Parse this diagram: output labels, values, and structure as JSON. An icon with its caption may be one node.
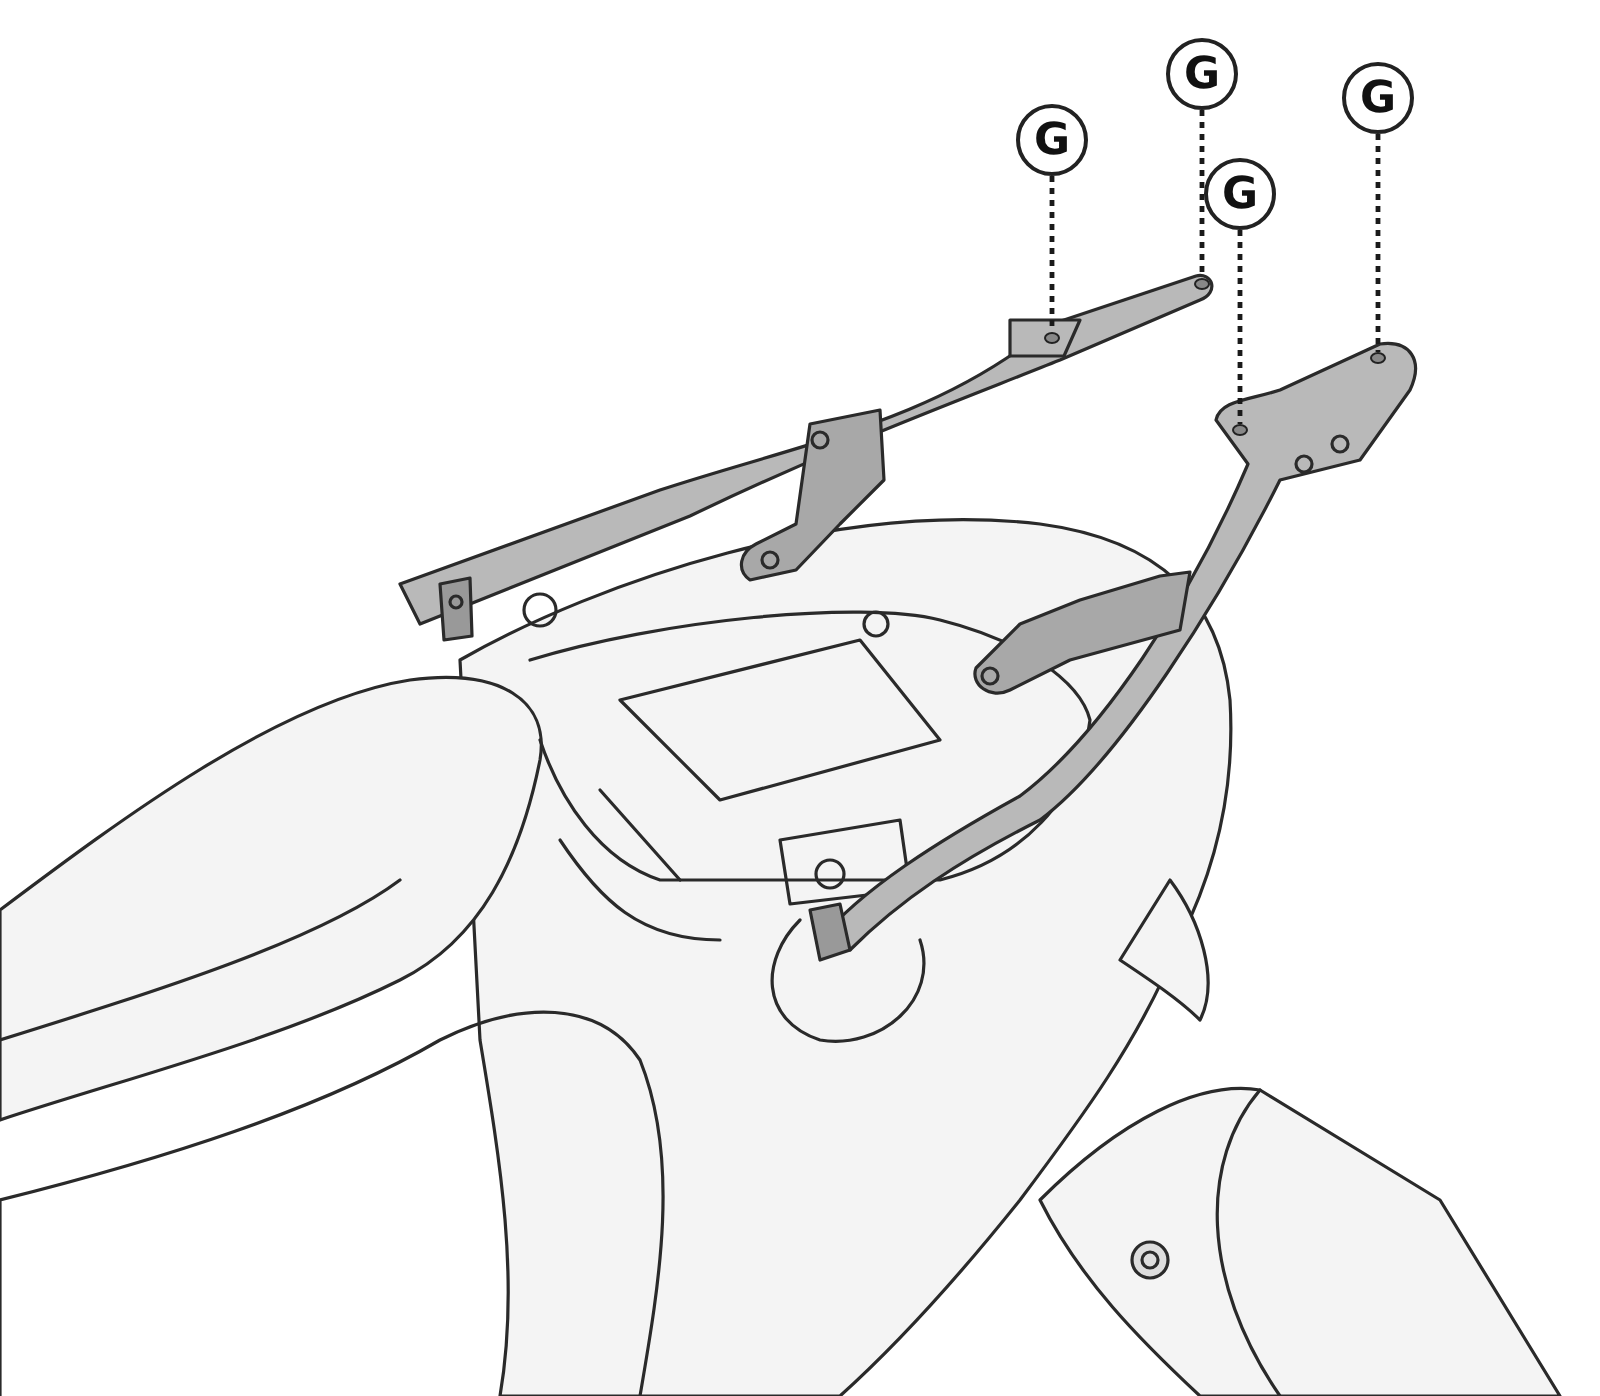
{
  "diagram": {
    "nodes": [
      {
        "text": [
          "G"
        ]
      },
      {
        "text": [
          "G"
        ]
      },
      {
        "text": [
          "G"
        ]
      },
      {
        "text": [
          "G"
        ]
      },
      {
        "text": [],
        "shape": "circle"
      },
      {
        "text": [],
        "shape": "circle"
      },
      {
        "text": [],
        "shape": "circle"
      },
      {
        "text": [],
        "shape": "circle"
      }
    ],
    "edges": [
      {
        "from": 0,
        "to": 4,
        "arrow": "none",
        "style": "dashed"
      },
      {
        "from": 1,
        "to": 5,
        "arrow": "none",
        "style": "dashed"
      },
      {
        "from": 2,
        "to": 6,
        "arrow": "none",
        "style": "dashed"
      },
      {
        "from": 3,
        "to": 7,
        "arrow": "none",
        "style": "dashed"
      }
    ]
  }
}
